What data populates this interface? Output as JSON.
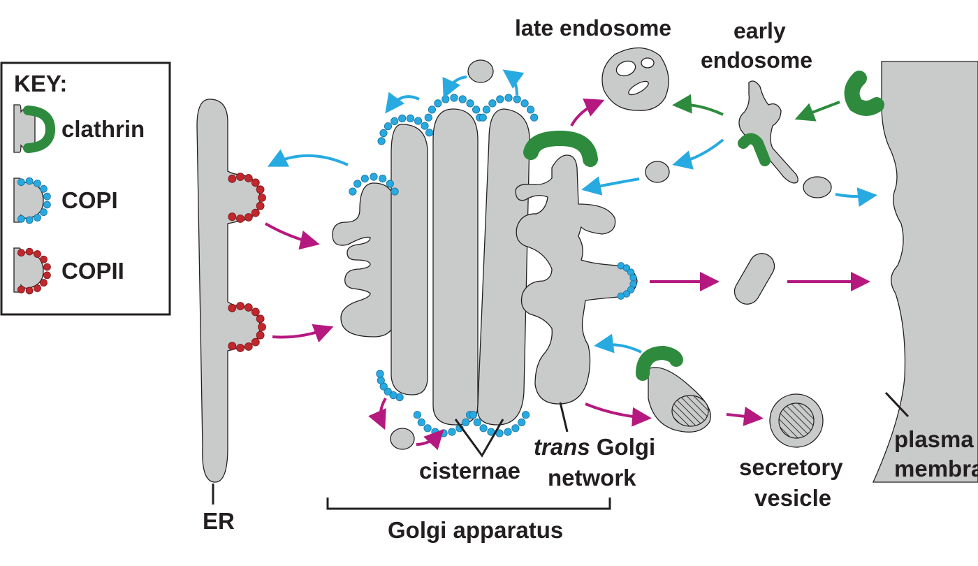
{
  "key": {
    "title": "KEY:",
    "items": [
      {
        "label": "clathrin",
        "color": "#2e8b3e"
      },
      {
        "label": "COPI",
        "color": "#27aae1"
      },
      {
        "label": "COPII",
        "color": "#c1272d"
      }
    ]
  },
  "labels": {
    "er": "ER",
    "late_endosome": "late endosome",
    "early_endosome_line1": "early",
    "early_endosome_line2": "endosome",
    "cisternae": "cisternae",
    "trans_italic": "trans",
    "trans_rest": " Golgi",
    "network": "network",
    "secretory_line1": "secretory",
    "secretory_line2": "vesicle",
    "golgi_apparatus": "Golgi apparatus",
    "plasma_line1": "plasma",
    "plasma_line2": "membrane"
  },
  "colors": {
    "organelle_fill": "#c9cbca",
    "outline": "#231f20",
    "clathrin": "#2e8b3e",
    "copi": "#27aae1",
    "copii": "#c1272d",
    "forward_arrow": "#b5197f",
    "retrieval_arrow": "#27aae1",
    "endocytic_arrow": "#2e8b3e"
  }
}
